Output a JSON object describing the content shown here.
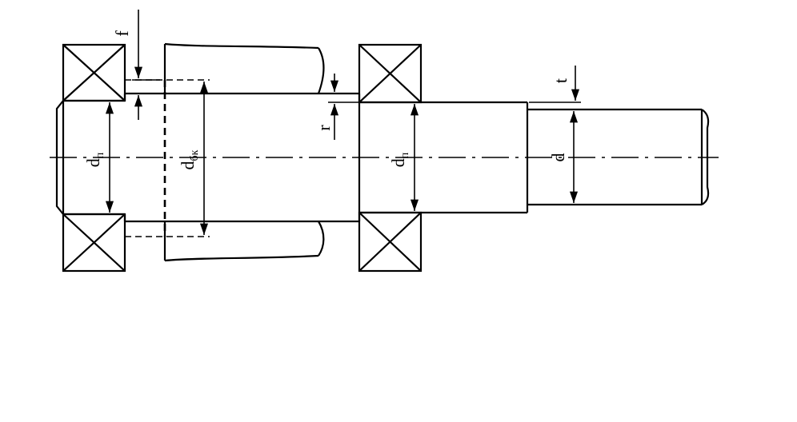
{
  "labels": {
    "f": "f",
    "r": "r",
    "t": "t",
    "d": "d",
    "d_p_left": {
      "main": "d",
      "sub": "п"
    },
    "d_bk": {
      "main": "d",
      "sub": "бк"
    },
    "d_p_right": {
      "main": "d",
      "sub": "п"
    }
  },
  "colors": {
    "line": "#000000",
    "background": "#ffffff"
  }
}
